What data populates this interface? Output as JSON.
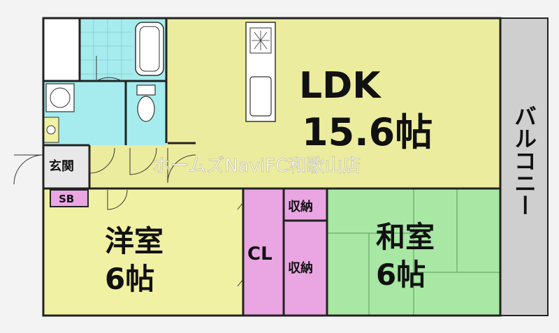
{
  "rooms": {
    "ldk": {
      "name": "LDK",
      "size": "15.6帖"
    },
    "western": {
      "name": "洋室",
      "size": "6帖"
    },
    "japanese": {
      "name": "和室",
      "size": "6帖"
    },
    "closet": {
      "name": "CL"
    },
    "storage_top": {
      "name": "収納"
    },
    "storage_bottom": {
      "name": "収納"
    },
    "entrance": {
      "name": "玄関"
    },
    "shoebox": {
      "name": "SB"
    },
    "balcony": {
      "name": "バルコニー"
    }
  },
  "watermark": "ホームズNaviFC和歌山店",
  "colors": {
    "ldk": "#ecec9e",
    "western": "#f1f1a4",
    "japanese": "#a8e8a4",
    "storage": "#e9a6e3",
    "wet": "#a6ecee",
    "balcony": "#cfcfcf",
    "wall": "#222222"
  }
}
